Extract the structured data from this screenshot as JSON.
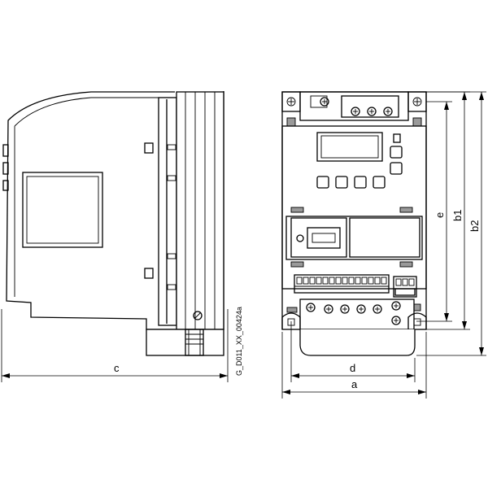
{
  "labels": {
    "c": "c",
    "d": "d",
    "a": "a",
    "e": "e",
    "b1": "b1",
    "b2": "b2"
  },
  "drawing_code": "G_D011_XX_00424a"
}
